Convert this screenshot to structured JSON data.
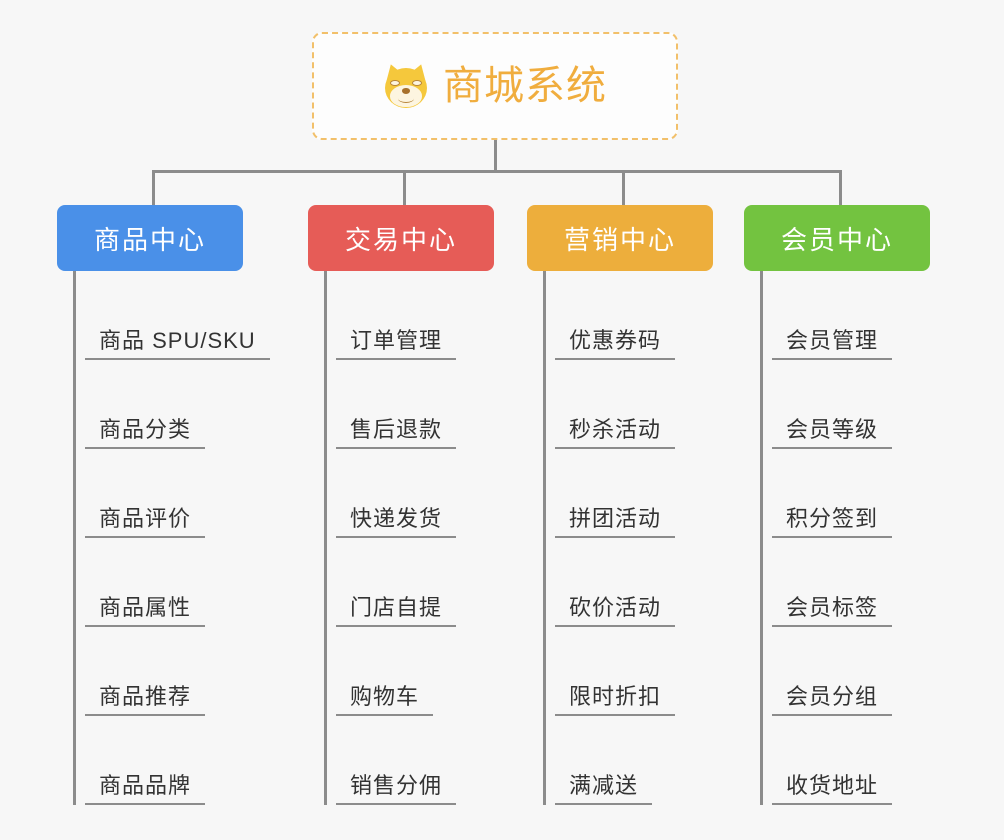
{
  "background_color": "#f7f7f7",
  "root": {
    "title": "商城系统",
    "icon": "shiba-dog-face-icon",
    "title_color": "#f0ad3e",
    "border_color": "#f2c06a"
  },
  "branches": [
    {
      "label": "商品中心",
      "color": "#4a90e8",
      "items": [
        "商品 SPU/SKU",
        "商品分类",
        "商品评价",
        "商品属性",
        "商品推荐",
        "商品品牌"
      ]
    },
    {
      "label": "交易中心",
      "color": "#e65c57",
      "items": [
        "订单管理",
        "售后退款",
        "快递发货",
        "门店自提",
        "购物车",
        "销售分佣"
      ]
    },
    {
      "label": "营销中心",
      "color": "#edae3c",
      "items": [
        "优惠券码",
        "秒杀活动",
        "拼团活动",
        "砍价活动",
        "限时折扣",
        "满减送"
      ]
    },
    {
      "label": "会员中心",
      "color": "#73c340",
      "items": [
        "会员管理",
        "会员等级",
        "积分签到",
        "会员标签",
        "会员分组",
        "收货地址"
      ]
    }
  ],
  "connector_color": "#8c8c8c"
}
